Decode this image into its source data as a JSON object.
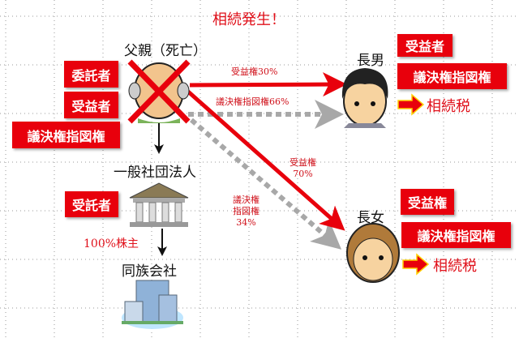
{
  "title": "相続発生！",
  "father": {
    "label": "父親（死亡）",
    "roles": [
      "委託者",
      "受益者",
      "議決権指図権"
    ]
  },
  "association": {
    "label": "一般社団法人",
    "role": "受託者",
    "shareholding": "100%株主"
  },
  "company": {
    "label": "同族会社"
  },
  "son": {
    "label": "長男",
    "roles": [
      "受益者",
      "議決権指図権"
    ],
    "tax": "相続税"
  },
  "daughter": {
    "label": "長女",
    "roles": [
      "受益権",
      "議決権指図権"
    ],
    "tax": "相続税"
  },
  "flows": {
    "son_benefit": "受益権30%",
    "son_vote": "議決権指図権66%",
    "daughter_benefit": [
      "受益権",
      "70%"
    ],
    "daughter_vote": [
      "議決権",
      "指図権",
      "34%"
    ]
  },
  "colors": {
    "red": "#e8000c",
    "gray": "#a0a0a0"
  }
}
